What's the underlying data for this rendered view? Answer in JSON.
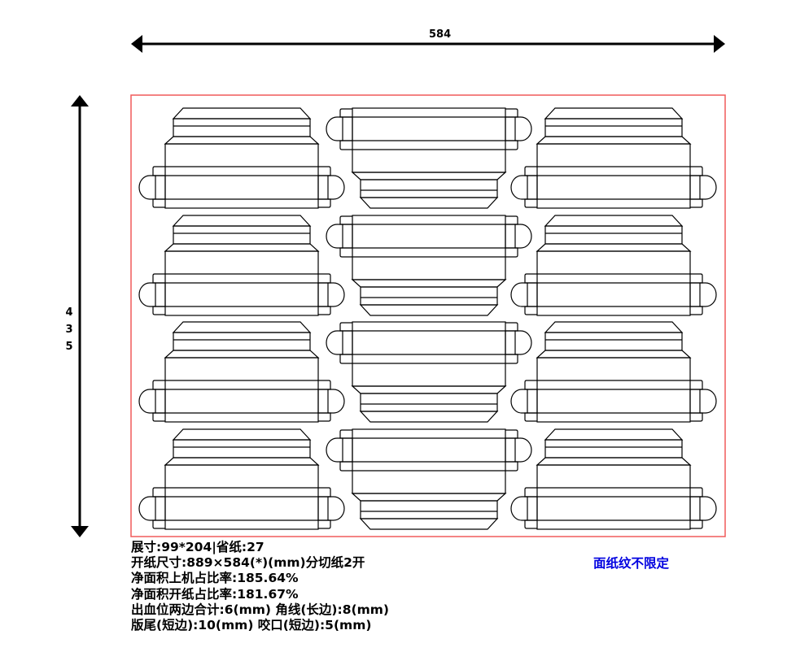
{
  "dimensions": {
    "width_label": "584",
    "height_digits": [
      "4",
      "3",
      "5"
    ]
  },
  "layout": {
    "rows": 4,
    "columns": 3,
    "pieces": 12
  },
  "colors": {
    "sheet_border": "#f05a5a",
    "note": "#0000e0",
    "die_line": "#000000"
  },
  "info_lines": [
    "展寸:99*204|省纸:27",
    "开纸尺寸:889×584(*)(mm)分切纸2开",
    "净面积上机占比率:185.64%",
    "净面积开纸占比率:181.67%",
    "出血位两边合计:6(mm) 角线(长边):8(mm)",
    "版尾(短边):10(mm) 咬口(短边):5(mm)"
  ],
  "note": "面纸纹不限定"
}
